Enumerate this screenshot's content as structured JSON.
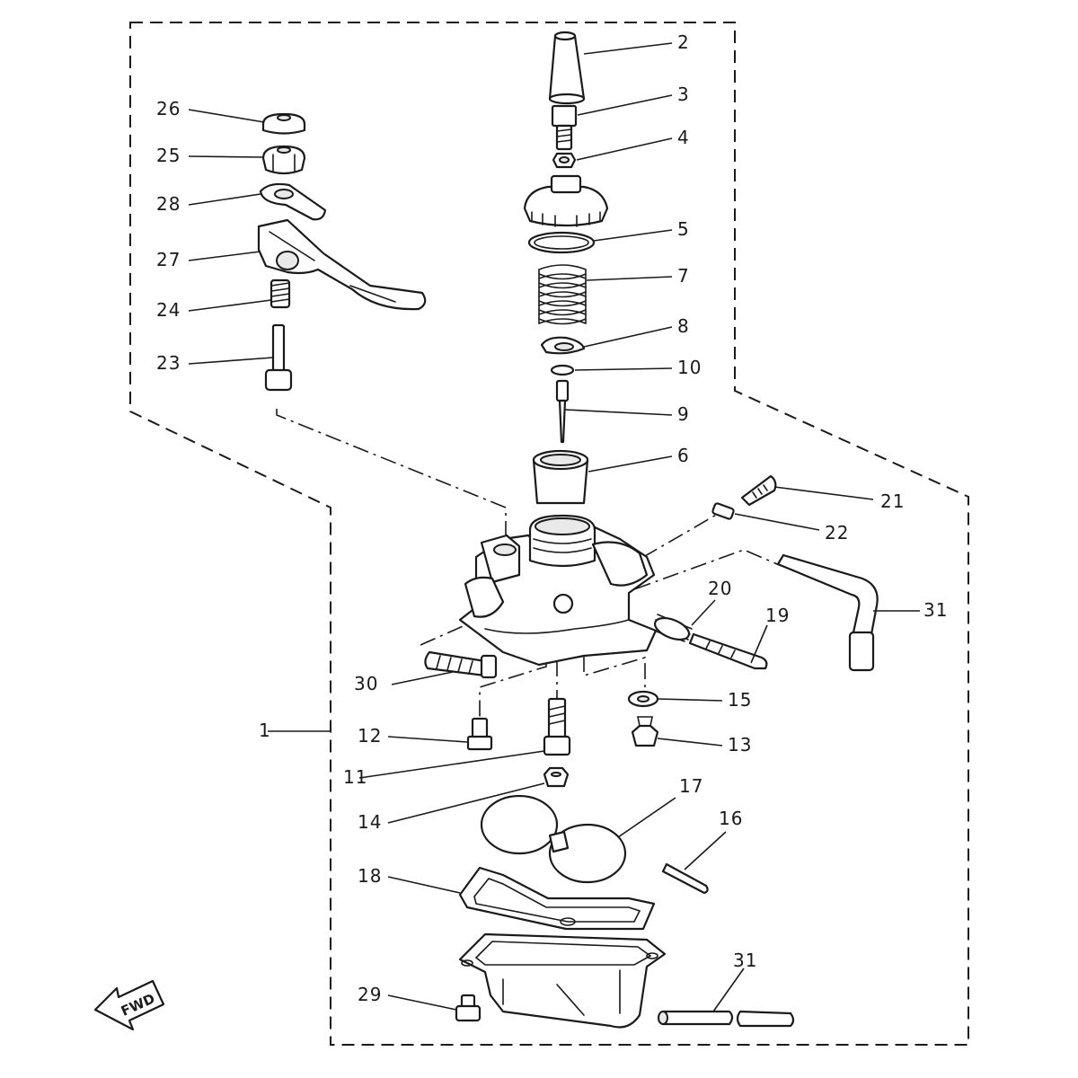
{
  "diagram": {
    "fwd_label": "FWD",
    "callouts": {
      "p1": "1",
      "p2": "2",
      "p3": "3",
      "p4": "4",
      "p5": "5",
      "p6": "6",
      "p7": "7",
      "p8": "8",
      "p9": "9",
      "p10": "10",
      "p11": "11",
      "p12": "12",
      "p13": "13",
      "p14": "14",
      "p15": "15",
      "p16": "16",
      "p17": "17",
      "p18": "18",
      "p19": "19",
      "p20": "20",
      "p21": "21",
      "p22": "22",
      "p23": "23",
      "p24": "24",
      "p25": "25",
      "p26": "26",
      "p27": "27",
      "p28": "28",
      "p29": "29",
      "p30": "30",
      "p31a": "31",
      "p31b": "31"
    }
  }
}
